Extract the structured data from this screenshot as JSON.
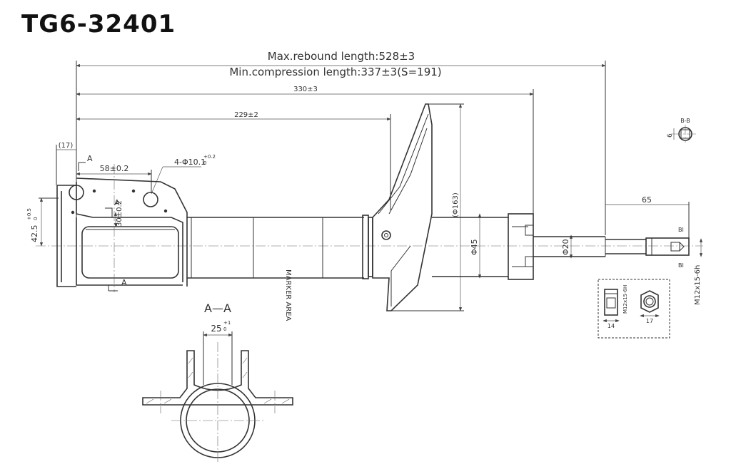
{
  "title": "TG6-32401",
  "dims": {
    "max_rebound": "Max.rebound length:528±3",
    "min_compression": "Min.compression length:337±3(S=191)",
    "d330": "330±3",
    "d229": "229±2",
    "d17": "(17)",
    "d58": "58±0.2",
    "hole_spec": "4-Φ10.1",
    "hole_tol": "+0.2",
    "hole_tol0": "0",
    "d30": "30±0.2",
    "d42": "42.5",
    "d42_tol": "+0.5",
    "d42_tol0": "0",
    "d163": "(Φ163)",
    "d45": "Φ45",
    "d20": "Φ20",
    "d65": "65",
    "thread": "M12x15-6h",
    "nut_thread": "M12x15-6H",
    "d14": "14",
    "d17b": "17",
    "bb": "B-B",
    "d6": "6",
    "bi_top": "BI",
    "bi_bottom": "BI",
    "marker": "MARKER AREA",
    "sec_a_top": "A",
    "sec_a_mid": "A",
    "sec_a_bot": "A",
    "sec_aa": "A—A",
    "d25": "25",
    "d25_tol": "+1",
    "d25_tol0": "0"
  }
}
